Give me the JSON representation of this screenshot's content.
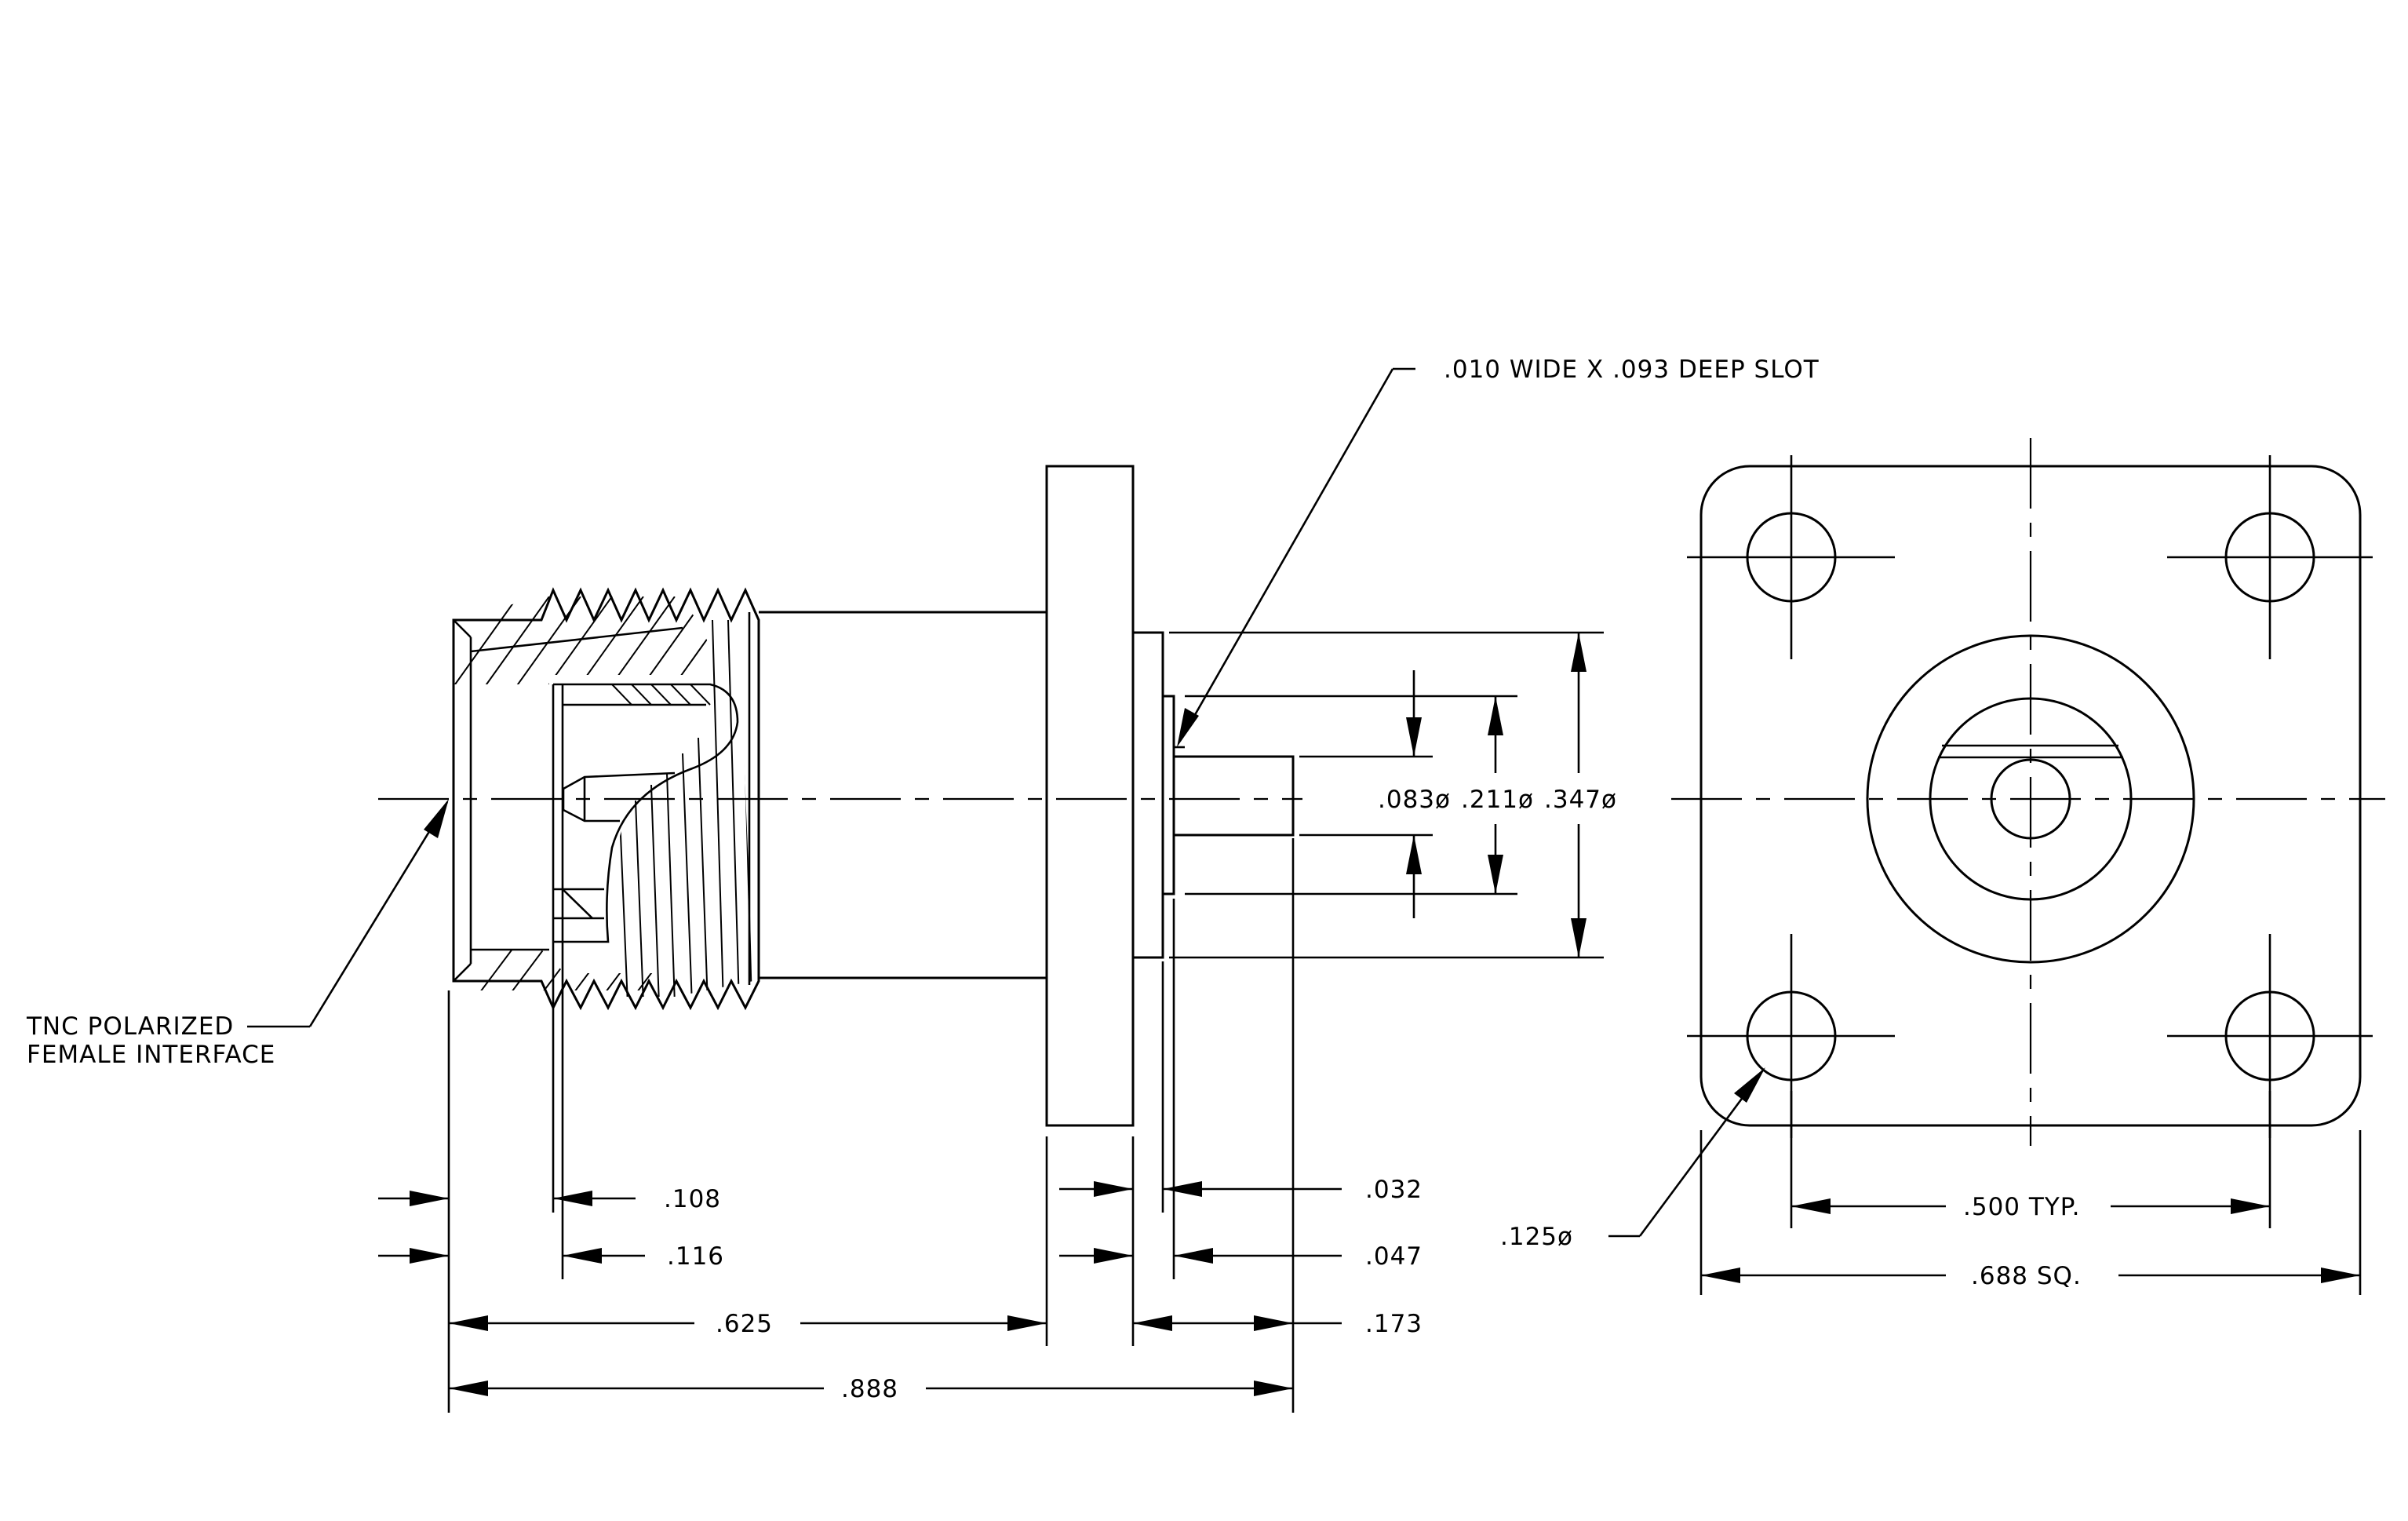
{
  "notes": {
    "slot_line1": ".010 WIDE X .093 DEEP SLOT",
    "interface_line1": "TNC POLARIZED",
    "interface_line2": "FEMALE INTERFACE"
  },
  "dimensions": {
    "d108": ".108",
    "d116": ".116",
    "d625": ".625",
    "d888": ".888",
    "d032": ".032",
    "d047": ".047",
    "d173": ".173",
    "dia083": ".083ø",
    "dia211": ".211ø",
    "dia347": ".347ø",
    "hole125": ".125ø",
    "spacing500": ".500 TYP.",
    "flange688": ".688 SQ."
  }
}
